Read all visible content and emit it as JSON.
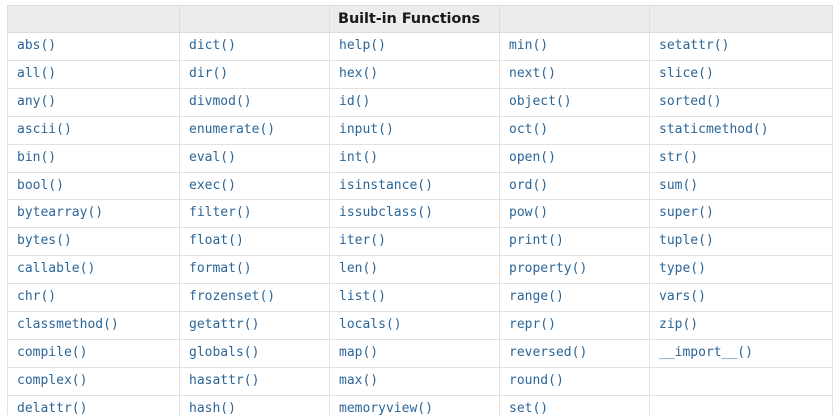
{
  "table": {
    "title": "Built-in Functions",
    "title_column_index": 2,
    "accent_text_color": "#2b6699",
    "header_bg_color": "#ececec",
    "border_color": "#dddddd",
    "header_labels": [
      "",
      "",
      "Built-in Functions",
      "",
      ""
    ],
    "columns": 5,
    "rows": [
      [
        "abs()",
        "dict()",
        "help()",
        "min()",
        "setattr()"
      ],
      [
        "all()",
        "dir()",
        "hex()",
        "next()",
        "slice()"
      ],
      [
        "any()",
        "divmod()",
        "id()",
        "object()",
        "sorted()"
      ],
      [
        "ascii()",
        "enumerate()",
        "input()",
        "oct()",
        "staticmethod()"
      ],
      [
        "bin()",
        "eval()",
        "int()",
        "open()",
        "str()"
      ],
      [
        "bool()",
        "exec()",
        "isinstance()",
        "ord()",
        "sum()"
      ],
      [
        "bytearray()",
        "filter()",
        "issubclass()",
        "pow()",
        "super()"
      ],
      [
        "bytes()",
        "float()",
        "iter()",
        "print()",
        "tuple()"
      ],
      [
        "callable()",
        "format()",
        "len()",
        "property()",
        "type()"
      ],
      [
        "chr()",
        "frozenset()",
        "list()",
        "range()",
        "vars()"
      ],
      [
        "classmethod()",
        "getattr()",
        "locals()",
        "repr()",
        "zip()"
      ],
      [
        "compile()",
        "globals()",
        "map()",
        "reversed()",
        "__import__()"
      ],
      [
        "complex()",
        "hasattr()",
        "max()",
        "round()",
        ""
      ],
      [
        "delattr()",
        "hash()",
        "memoryview()",
        "set()",
        ""
      ]
    ]
  }
}
